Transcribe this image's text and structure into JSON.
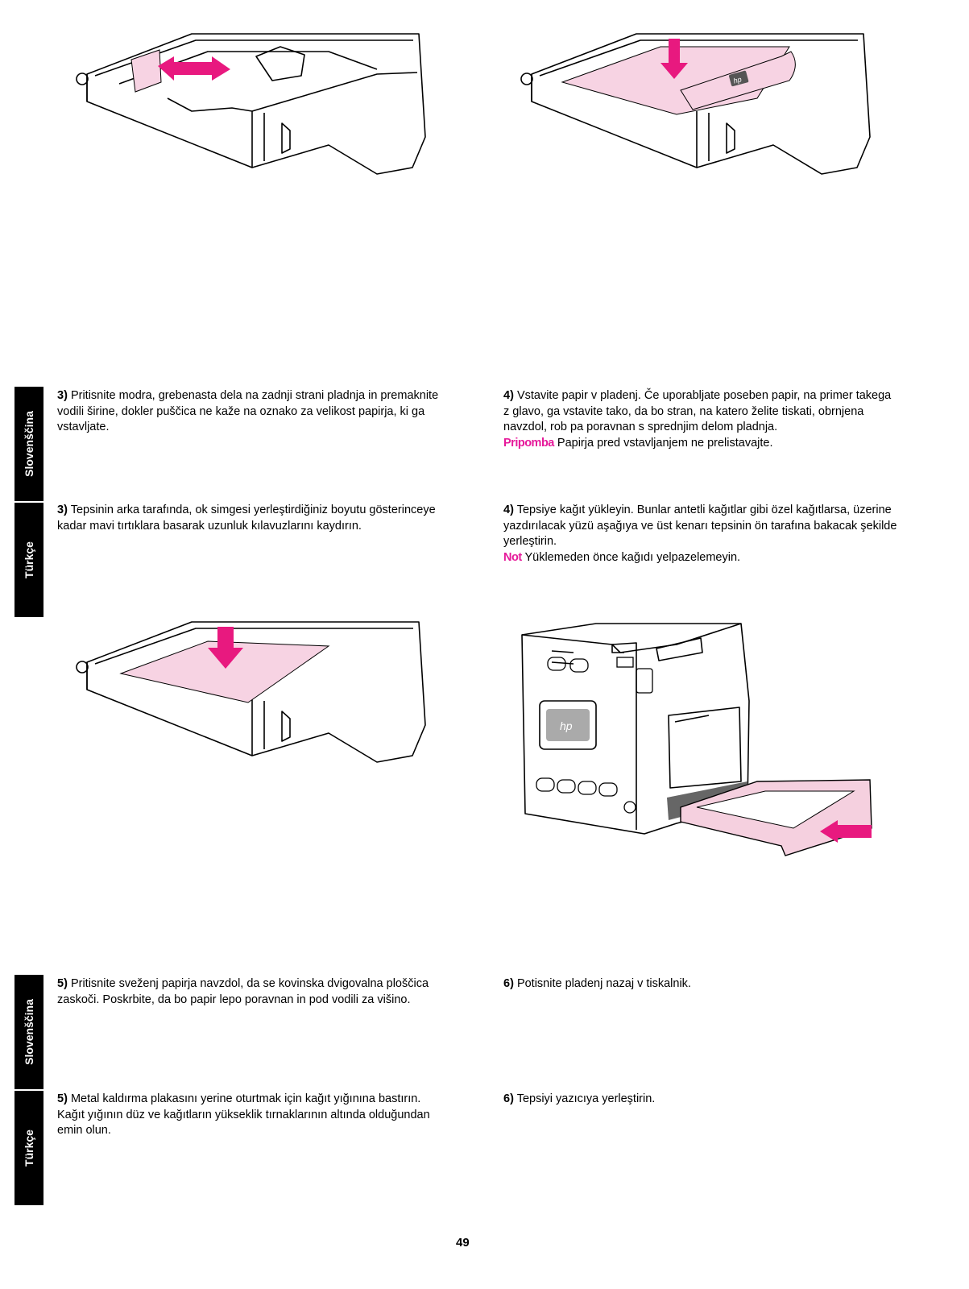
{
  "tabs": {
    "sl_top": "Slovenščina",
    "tr_top": "Türkçe",
    "sl_bottom": "Slovenščina",
    "tr_bottom": "Türkçe"
  },
  "steps": {
    "sl3": {
      "num": "3)",
      "text": "Pritisnite modra, grebenasta dela na zadnji strani pladnja in premaknite vodili širine, dokler puščica ne kaže na oznako za velikost papirja, ki ga vstavljate."
    },
    "sl4": {
      "num": "4)",
      "text": "Vstavite papir v pladenj. Če uporabljate poseben papir, na primer takega z glavo, ga vstavite tako, da bo stran, na katero želite tiskati, obrnjena navzdol, rob pa poravnan s sprednjim delom pladnja.",
      "note_label": "Pripomba",
      "note_text": "Papirja pred vstavljanjem ne prelistavajte."
    },
    "tr3": {
      "num": "3)",
      "text": "Tepsinin arka tarafında, ok simgesi yerleştirdiğiniz boyutu gösterinceye kadar mavi tırtıklara basarak uzunluk kılavuzlarını kaydırın."
    },
    "tr4": {
      "num": "4)",
      "text": "Tepsiye kağıt yükleyin. Bunlar antetli kağıtlar gibi özel kağıtlarsa, üzerine yazdırılacak yüzü aşağıya ve üst kenarı tepsinin ön tarafına bakacak şekilde yerleştirin.",
      "note_label": "Not",
      "note_text": "Yüklemeden önce kağıdı yelpazelemeyin."
    },
    "sl5": {
      "num": "5)",
      "text": "Pritisnite sveženj papirja navzdol, da se kovinska dvigovalna ploščica zaskoči. Poskrbite, da bo papir lepo poravnan in pod vodili za višino."
    },
    "sl6": {
      "num": "6)",
      "text": "Potisnite pladenj nazaj v tiskalnik."
    },
    "tr5": {
      "num": "5)",
      "text": "Metal kaldırma plakasını yerine oturtmak için kağıt yığınına bastırın. Kağıt yığının düz ve kağıtların yükseklik tırnaklarının altında olduğundan emin olun."
    },
    "tr6": {
      "num": "6)",
      "text": "Tepsiyi yazıcıya yerleştirin."
    }
  },
  "logos": {
    "hp": "hp"
  },
  "colors": {
    "paper_pink": "#f7d3e3",
    "arrow_magenta": "#e8197f",
    "tray_pink": "#f5d0df"
  },
  "page_number": "49"
}
